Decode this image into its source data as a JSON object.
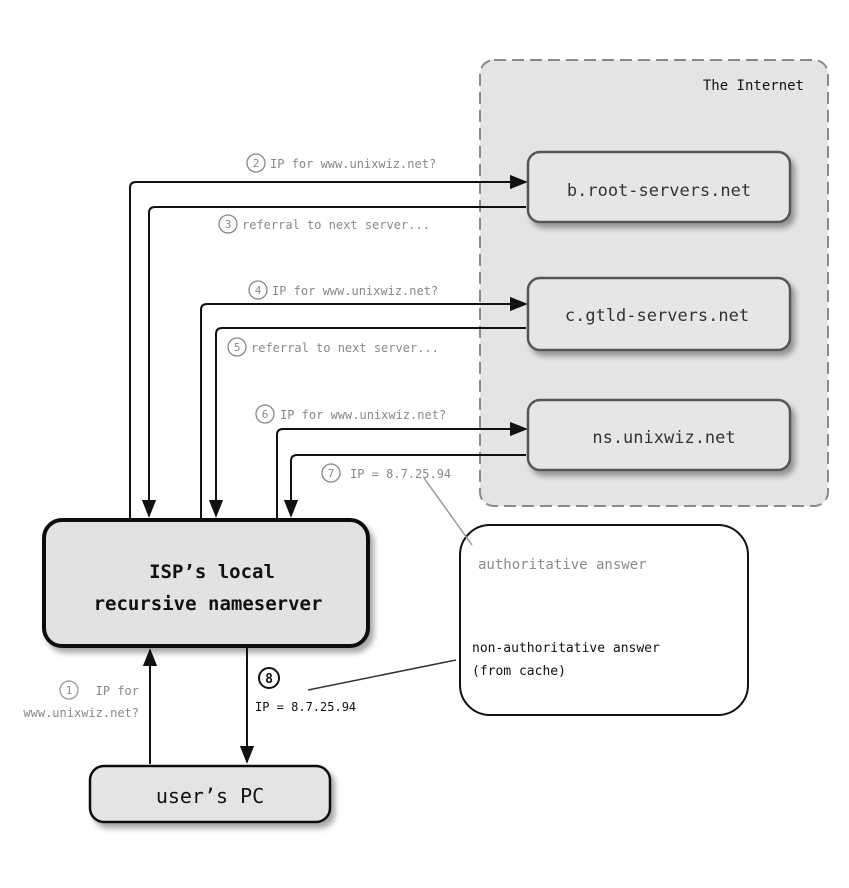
{
  "region": {
    "title": "The Internet"
  },
  "servers": {
    "root": "b.root-servers.net",
    "gtld": "c.gtld-servers.net",
    "ns": "ns.unixwiz.net"
  },
  "resolver": {
    "line1": "ISP’s local",
    "line2": "recursive nameserver"
  },
  "client": {
    "label": "user’s PC"
  },
  "steps": {
    "s1": {
      "num": "1",
      "line1": "IP for",
      "line2": "www.unixwiz.net?"
    },
    "s2": {
      "num": "2",
      "text": "IP for www.unixwiz.net?"
    },
    "s3": {
      "num": "3",
      "text": "referral to next server..."
    },
    "s4": {
      "num": "4",
      "text": "IP for www.unixwiz.net?"
    },
    "s5": {
      "num": "5",
      "text": "referral to next server..."
    },
    "s6": {
      "num": "6",
      "text": "IP for www.unixwiz.net?"
    },
    "s7": {
      "num": "7",
      "text": "IP = 8.7.25.94"
    },
    "s8": {
      "num": "8",
      "text": "IP = 8.7.25.94"
    }
  },
  "callout": {
    "authoritative": "authoritative answer",
    "non_auth_line1": "non-authoritative answer",
    "non_auth_line2": "(from cache)"
  }
}
